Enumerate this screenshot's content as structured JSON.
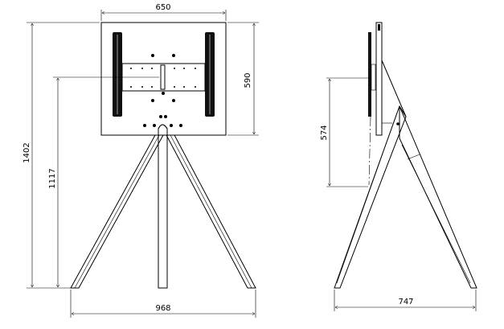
{
  "front_view": {
    "dimensions": {
      "panel_width": "650",
      "panel_height": "590",
      "total_height": "1402",
      "mount_height": "1117",
      "base_width": "968"
    }
  },
  "side_view": {
    "dimensions": {
      "mount_range": "574",
      "base_depth": "747"
    }
  }
}
